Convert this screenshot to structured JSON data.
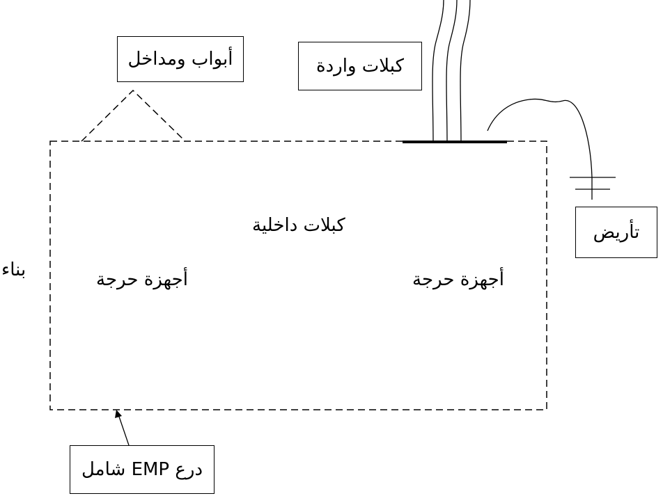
{
  "labels": {
    "doors": "أبواب ومداخل",
    "incoming_cables": "كبلات واردة",
    "internal_cables": "كبلات داخلية",
    "critical_left": "أجهزة حرجة",
    "critical_right": "أجهزة حرجة",
    "building": "بناء",
    "grounding": "تأريض",
    "emp_shield": "درع EMP شامل"
  },
  "colors": {
    "stroke": "#000000",
    "background": "#ffffff"
  }
}
